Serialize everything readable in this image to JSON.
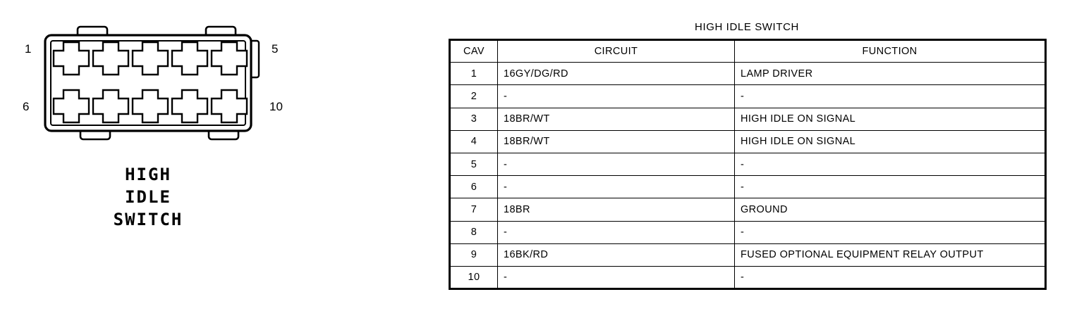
{
  "connector": {
    "caption_lines": [
      "HIGH",
      "IDLE",
      "SWITCH"
    ],
    "pin_labels": {
      "top_left": "1",
      "bottom_left": "6",
      "top_right": "5",
      "bottom_right": "10"
    },
    "cavity_count": 10,
    "rows": 2,
    "columns": 5,
    "line_color": "#000000",
    "fill_color": "#ffffff"
  },
  "table": {
    "title": "HIGH IDLE SWITCH",
    "columns": [
      "CAV",
      "CIRCUIT",
      "FUNCTION"
    ],
    "rows": [
      {
        "cav": "1",
        "circuit": "16GY/DG/RD",
        "function": "LAMP DRIVER"
      },
      {
        "cav": "2",
        "circuit": "-",
        "function": "-"
      },
      {
        "cav": "3",
        "circuit": "18BR/WT",
        "function": "HIGH IDLE ON SIGNAL"
      },
      {
        "cav": "4",
        "circuit": "18BR/WT",
        "function": "HIGH IDLE ON SIGNAL"
      },
      {
        "cav": "5",
        "circuit": "-",
        "function": "-"
      },
      {
        "cav": "6",
        "circuit": "-",
        "function": "-"
      },
      {
        "cav": "7",
        "circuit": "18BR",
        "function": "GROUND"
      },
      {
        "cav": "8",
        "circuit": "-",
        "function": "-"
      },
      {
        "cav": "9",
        "circuit": "16BK/RD",
        "function": "FUSED OPTIONAL EQUIPMENT RELAY OUTPUT"
      },
      {
        "cav": "10",
        "circuit": "-",
        "function": "-"
      }
    ]
  }
}
